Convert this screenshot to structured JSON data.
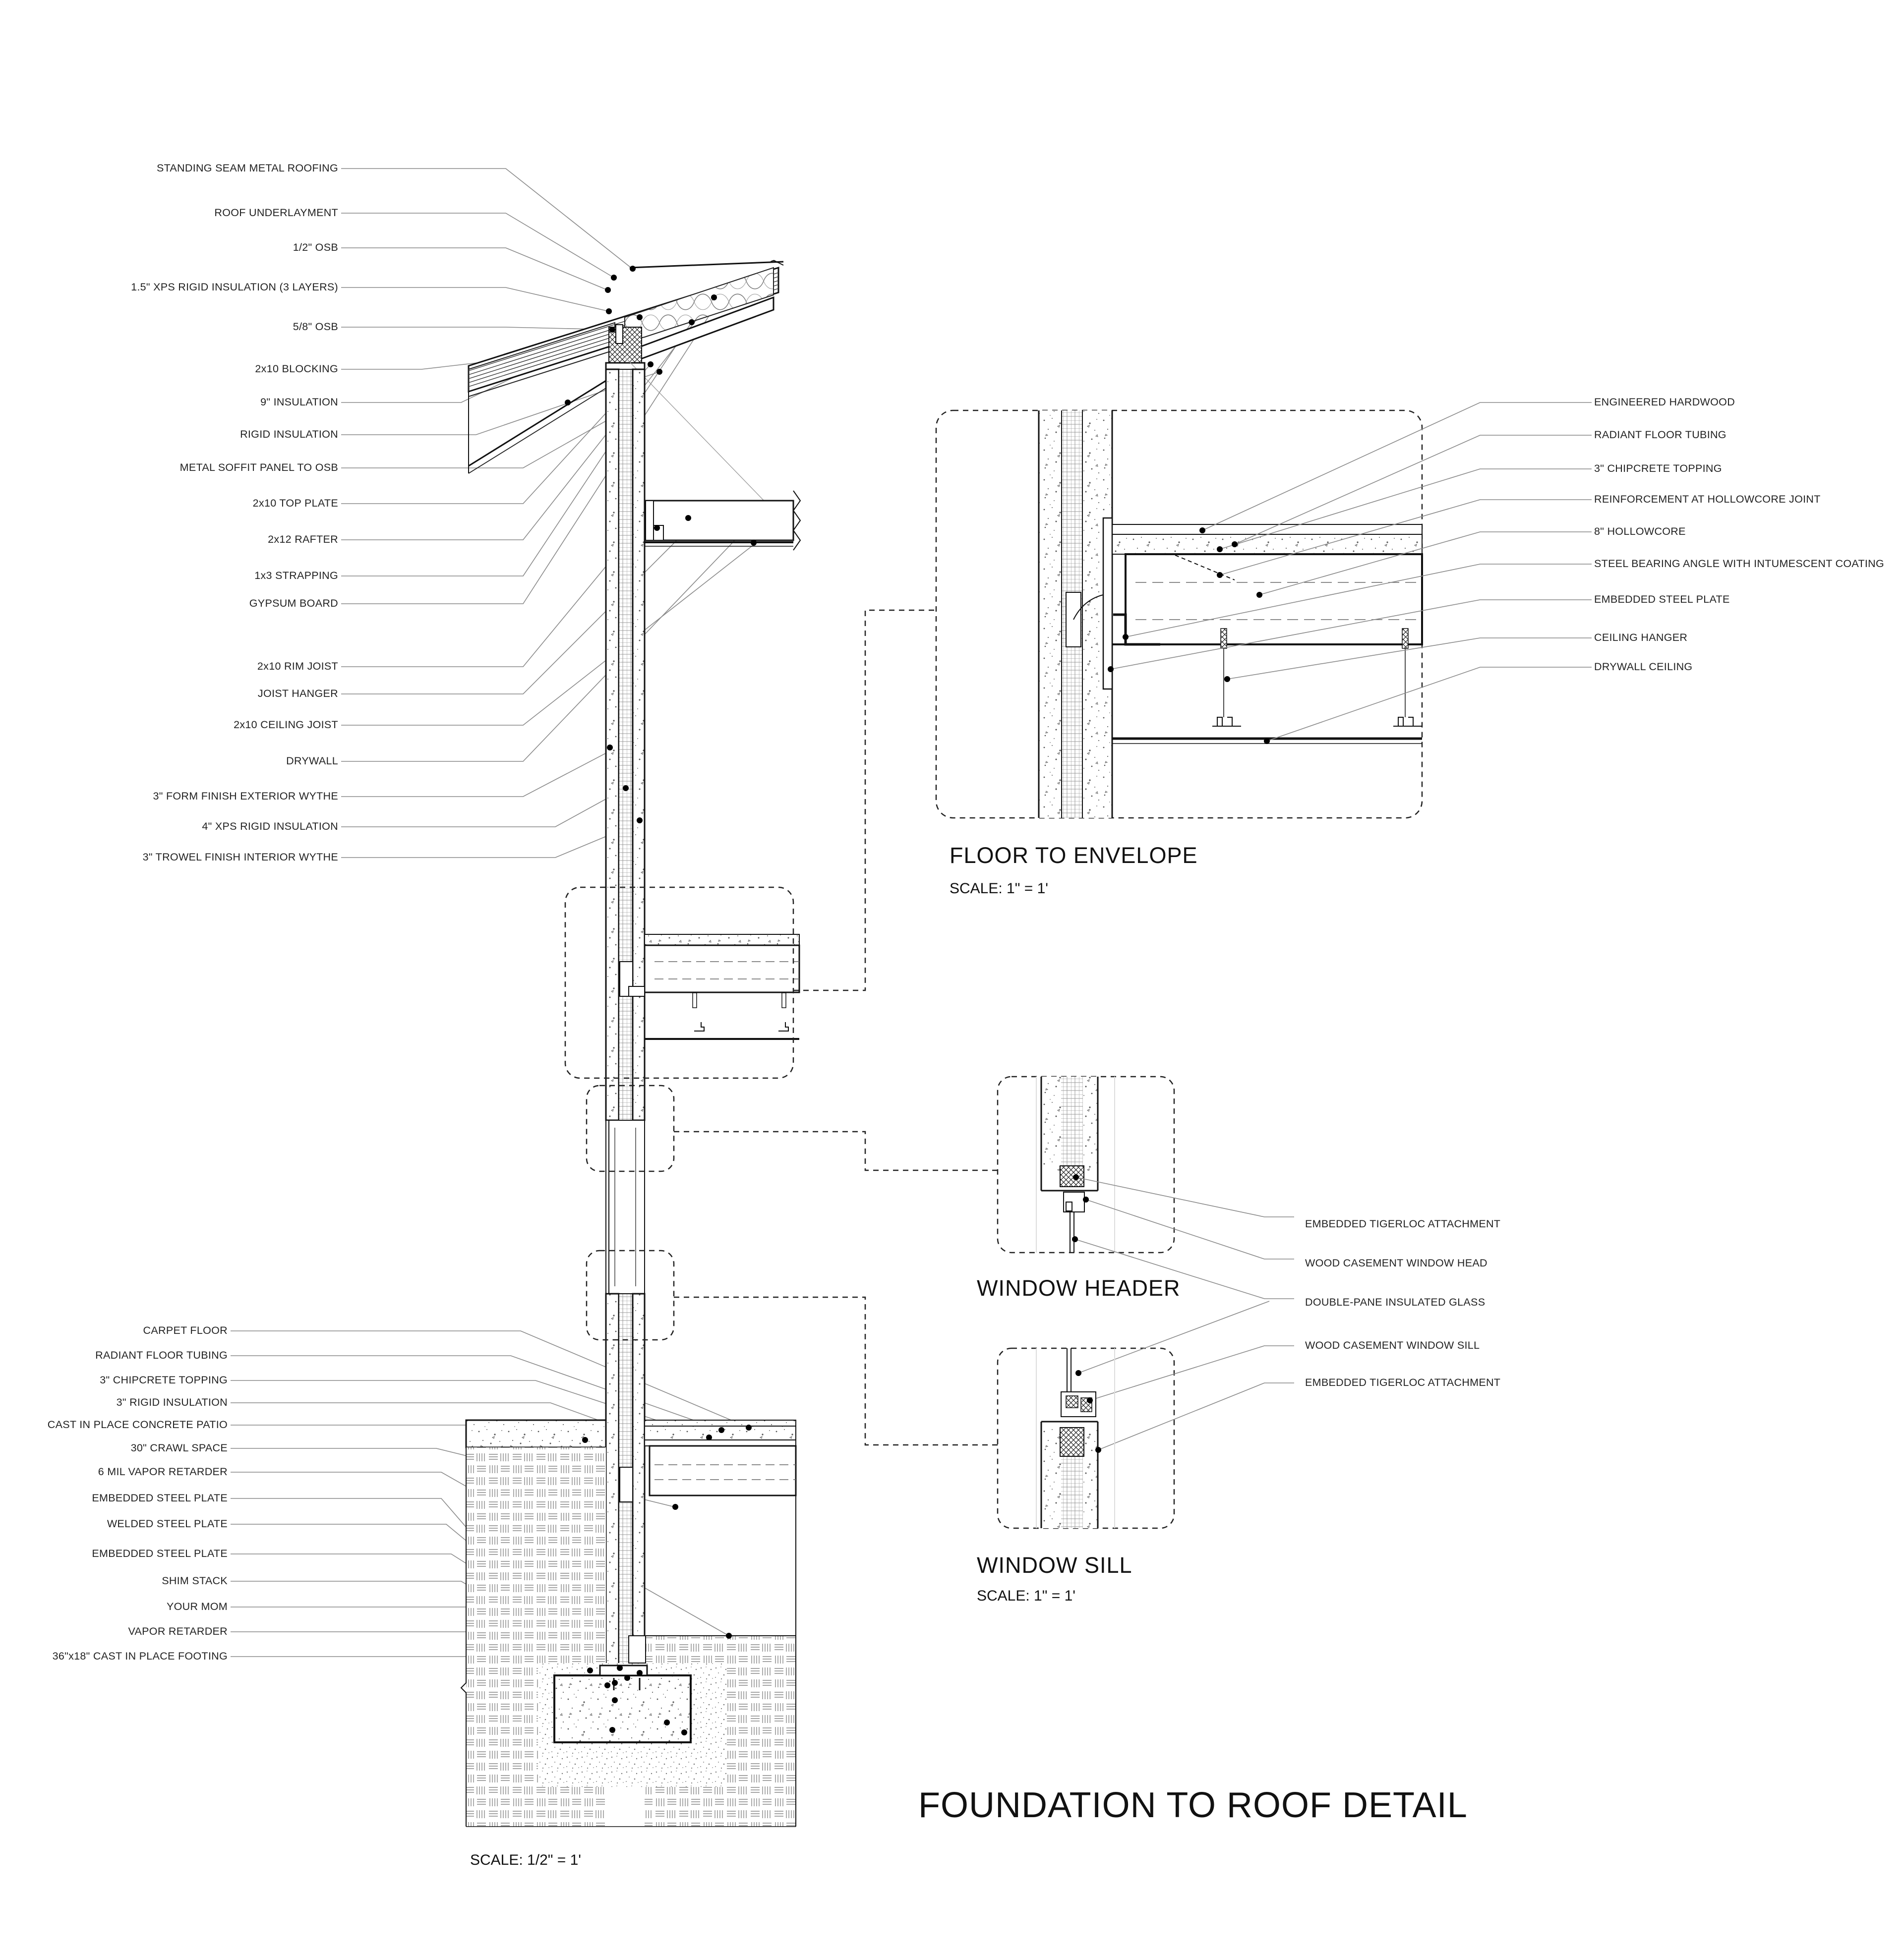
{
  "main_labels": {
    "roof": [
      "STANDING SEAM METAL ROOFING",
      "ROOF UNDERLAYMENT",
      "1/2\" OSB",
      "1.5\" XPS RIGID INSULATION (3 LAYERS)",
      "5/8\" OSB",
      "2x10 BLOCKING",
      "9\" INSULATION",
      "RIGID INSULATION",
      "METAL SOFFIT PANEL TO OSB",
      "2x10 TOP PLATE",
      "2x12 RAFTER",
      "1x3 STRAPPING",
      "GYPSUM BOARD"
    ],
    "ceiling": [
      "2x10 RIM JOIST",
      "JOIST HANGER",
      "2x10 CEILING JOIST",
      "DRYWALL",
      "3\" FORM FINISH EXTERIOR WYTHE",
      "4\" XPS RIGID INSULATION",
      "3\" TROWEL FINISH INTERIOR WYTHE"
    ],
    "foundation": [
      "CARPET FLOOR",
      "RADIANT FLOOR TUBING",
      "3\" CHIPCRETE TOPPING",
      "3\" RIGID INSULATION",
      "CAST IN PLACE CONCRETE PATIO",
      "30\" CRAWL SPACE",
      "6 MIL VAPOR  RETARDER",
      "EMBEDDED STEEL PLATE",
      "WELDED STEEL PLATE",
      "EMBEDDED STEEL PLATE",
      "SHIM STACK",
      "YOUR MOM",
      "VAPOR RETARDER",
      "36\"x18\" CAST IN PLACE FOOTING"
    ]
  },
  "floor_detail": {
    "labels": [
      "ENGINEERED HARDWOOD",
      "RADIANT FLOOR TUBING",
      "3\" CHIPCRETE TOPPING",
      "REINFORCEMENT AT HOLLOWCORE JOINT",
      "8\" HOLLOWCORE",
      "STEEL BEARING ANGLE WITH INTUMESCENT COATING",
      "EMBEDDED STEEL PLATE",
      "CEILING HANGER",
      "DRYWALL CEILING"
    ],
    "title": "FLOOR TO ENVELOPE",
    "scale": "SCALE: 1\" = 1'"
  },
  "window_header": {
    "labels": [
      "EMBEDDED TIGERLOC ATTACHMENT",
      "WOOD CASEMENT WINDOW HEAD",
      "DOUBLE-PANE INSULATED GLASS"
    ],
    "title": "WINDOW HEADER"
  },
  "window_sill": {
    "labels": [
      "WOOD CASEMENT WINDOW SILL",
      "EMBEDDED TIGERLOC ATTACHMENT"
    ],
    "title": "WINDOW SILL",
    "scale": "SCALE: 1\" = 1'"
  },
  "main_scale": "SCALE: 1/2\" = 1'",
  "sheet_title": "FOUNDATION TO ROOF DETAIL"
}
